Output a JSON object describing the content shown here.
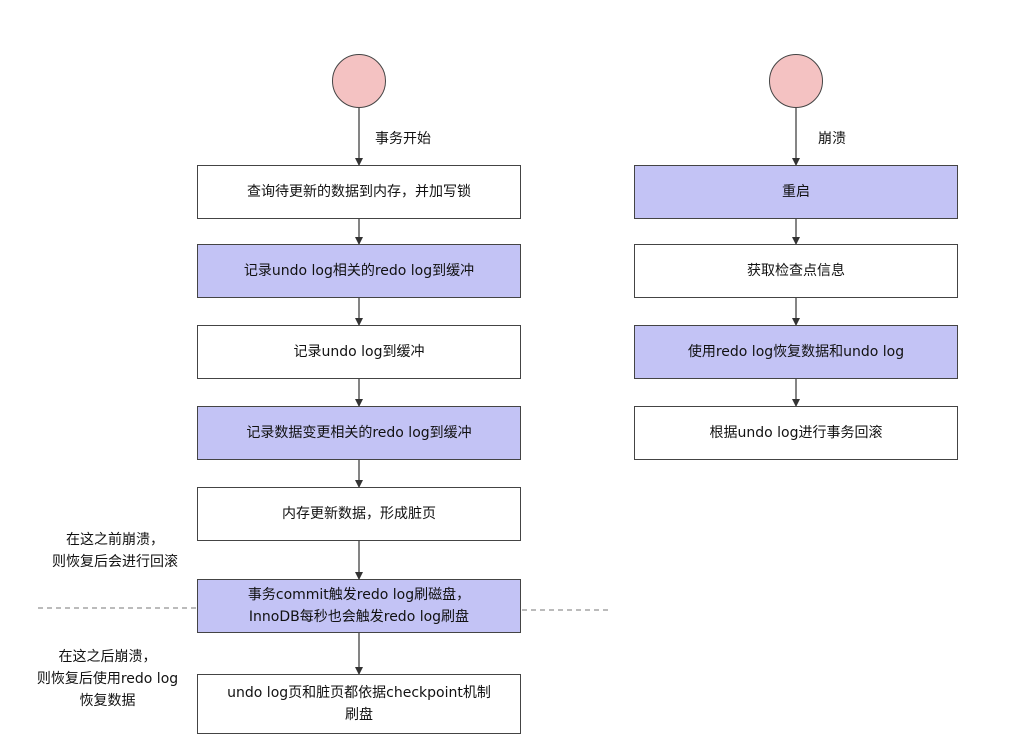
{
  "left_flow": {
    "start_label": "事务开始",
    "steps": [
      "查询待更新的数据到内存，并加写锁",
      "记录undo log相关的redo log到缓冲",
      "记录undo log到缓冲",
      "记录数据变更相关的redo log到缓冲",
      "内存更新数据，形成脏页",
      "事务commit触发redo log刷磁盘，\nInnoDB每秒也会触发redo log刷盘",
      "undo log页和脏页都依据checkpoint机制\n刷盘"
    ],
    "highlighted_steps": [
      1,
      3,
      5
    ]
  },
  "right_flow": {
    "start_label": "崩溃",
    "steps": [
      "重启",
      "获取检查点信息",
      "使用redo log恢复数据和undo log",
      "根据undo log进行事务回滚"
    ],
    "highlighted_steps": [
      0,
      2
    ]
  },
  "notes": {
    "before_crash": "在这之前崩溃，\n则恢复后会进行回滚",
    "after_crash": "在这之后崩溃，\n则恢复后使用redo log\n恢复数据"
  },
  "colors": {
    "highlight": "#c3c3f5",
    "start_circle": "#f4c2c2",
    "line": "#333333",
    "dashed": "#777777"
  }
}
